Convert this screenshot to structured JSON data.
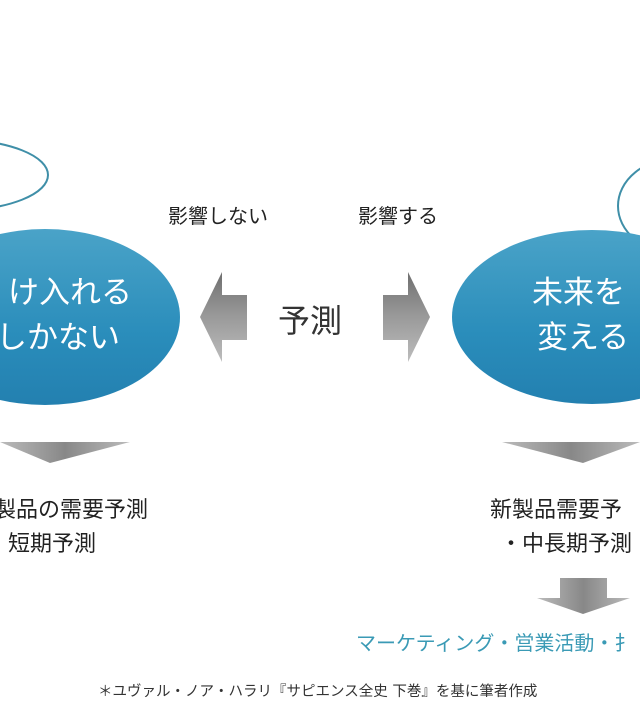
{
  "labels": {
    "no_influence": "影響しない",
    "influence": "影響する",
    "center": "予測"
  },
  "left_ellipse": {
    "line1": "け入れる",
    "line2": "しかない"
  },
  "right_ellipse": {
    "line1": "未来を",
    "line2": "変える"
  },
  "left_result": {
    "line1": "製品の需要予測",
    "line2": "短期予測"
  },
  "right_result": {
    "line1": "新製品需要予",
    "line2": "・中長期予測"
  },
  "outcome": "マーケティング・営業活動・扌",
  "footnote": "＊ユヴァル・ノア・ハラリ『サピエンス全史 下巻』を基に筆者作成",
  "colors": {
    "ellipse": "#2a8dbb",
    "outcome_text": "#3a9ab5",
    "arrow": "#8a8a8a"
  }
}
